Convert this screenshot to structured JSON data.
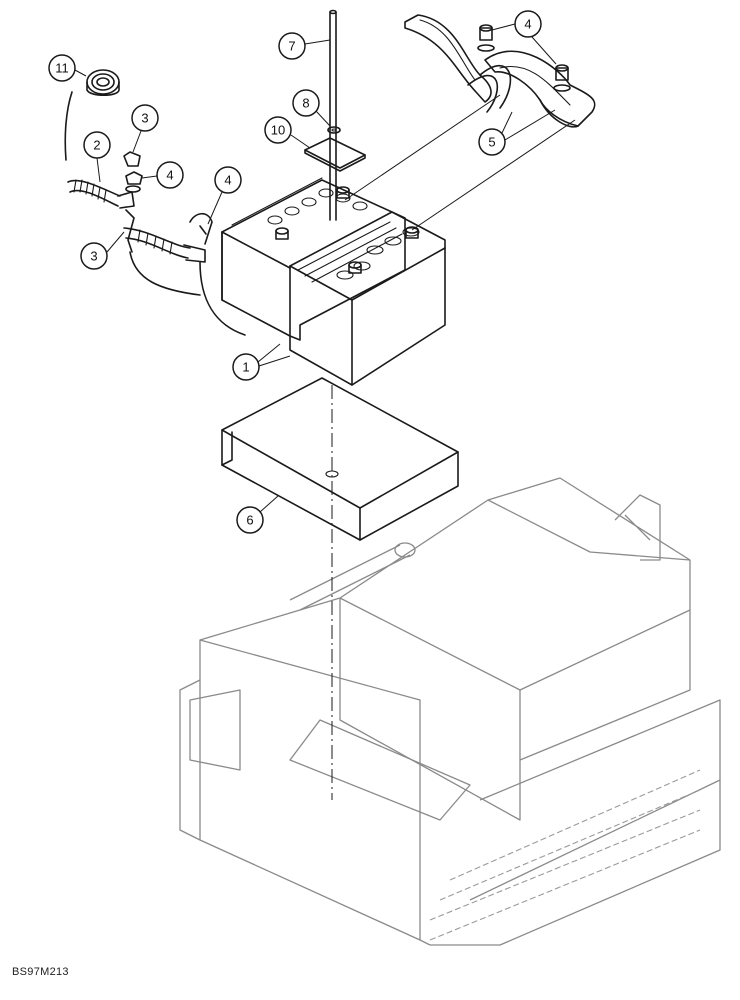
{
  "drawing_id": "BS97M213",
  "callouts": [
    {
      "label": "1",
      "part": "battery"
    },
    {
      "label": "2",
      "part": "cable boot"
    },
    {
      "label": "3",
      "part": "terminal clamp"
    },
    {
      "label": "3",
      "part": "terminal clamp"
    },
    {
      "label": "4",
      "part": "nut"
    },
    {
      "label": "4",
      "part": "nut"
    },
    {
      "label": "4",
      "part": "nut"
    },
    {
      "label": "5",
      "part": "ground strap"
    },
    {
      "label": "6",
      "part": "battery tray"
    },
    {
      "label": "7",
      "part": "hold-down rod"
    },
    {
      "label": "8",
      "part": "washer"
    },
    {
      "label": "10",
      "part": "hold-down plate"
    },
    {
      "label": "11",
      "part": "grommet"
    }
  ]
}
